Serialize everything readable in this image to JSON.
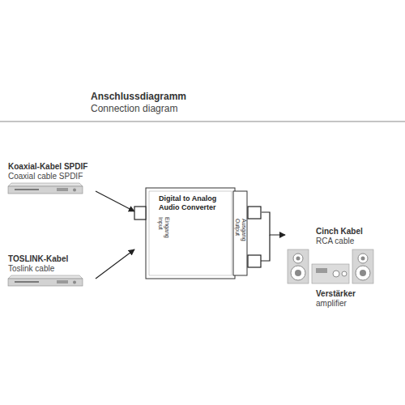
{
  "diagram": {
    "title": "Anschlussdiagramm",
    "nodes": [
      {
        "text": [
          "Koaxial-Kabel SPDIF",
          "Coaxial cable SPDIF"
        ]
      },
      {
        "text": [
          "TOSLINK-Kabel",
          "Toslink cable"
        ]
      },
      {
        "text": [
          "Digital to Analog Audio Converter"
        ]
      },
      {
        "text": [
          "Verstärker",
          "amplifier"
        ]
      }
    ],
    "edges": [
      {
        "from": 0,
        "to": 2,
        "arrow": "to"
      },
      {
        "from": 1,
        "to": 2,
        "arrow": "to"
      },
      {
        "from": 2,
        "to": 3,
        "arrow": "to"
      }
    ],
    "labels": [
      "Connection diagram",
      "Eingang",
      "Input",
      "Ausgang",
      "Output",
      "Cinch Kabel",
      "RCA cable"
    ]
  }
}
